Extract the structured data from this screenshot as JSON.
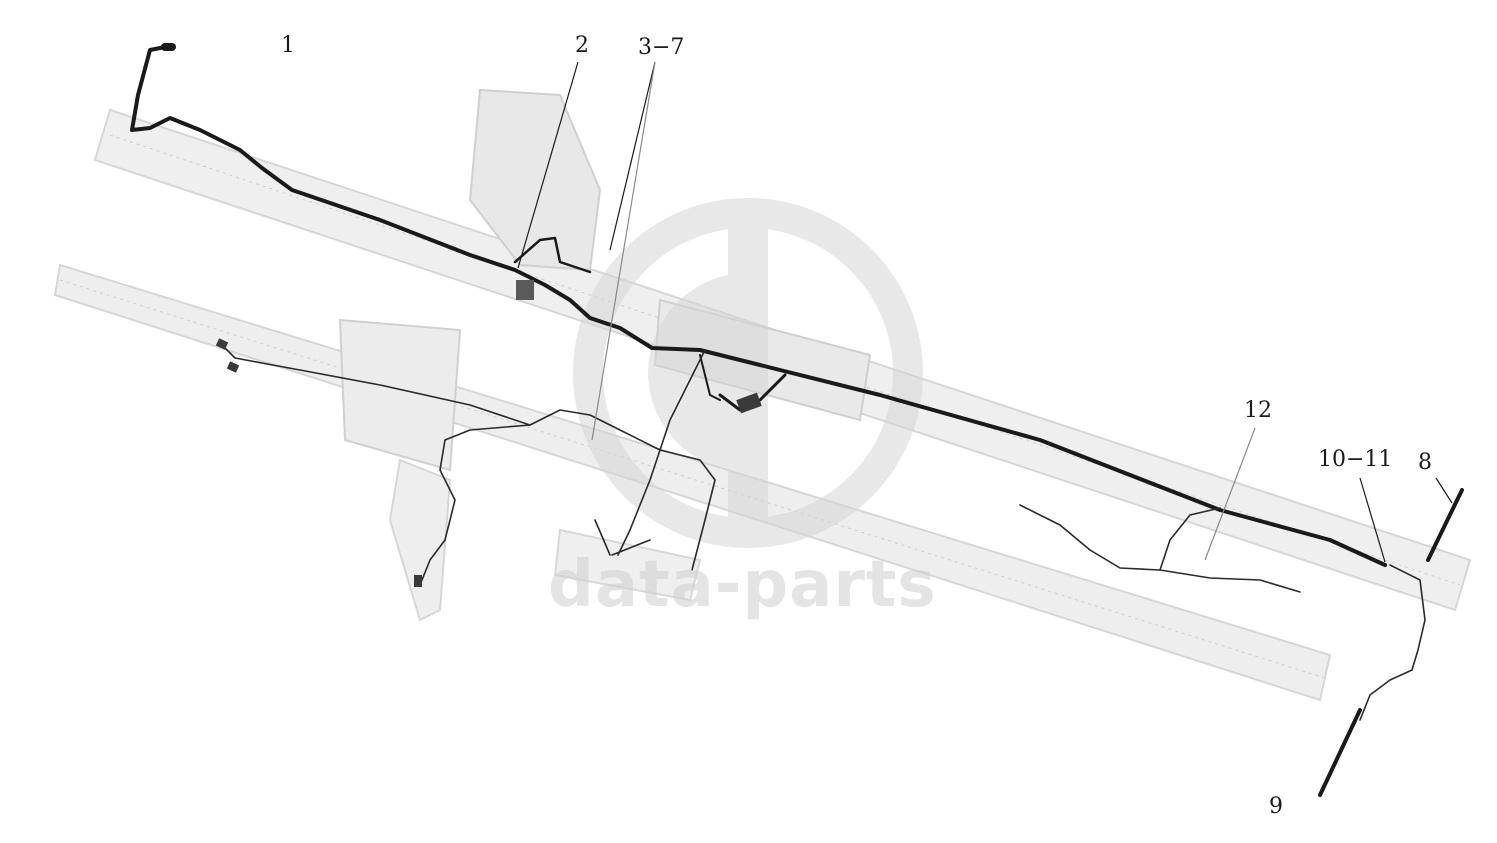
{
  "diagram": {
    "callouts": [
      {
        "id": "1",
        "label": "1"
      },
      {
        "id": "2",
        "label": "2"
      },
      {
        "id": "3-7",
        "label": "3−7"
      },
      {
        "id": "12",
        "label": "12"
      },
      {
        "id": "10-11",
        "label": "10−11"
      },
      {
        "id": "8",
        "label": "8"
      },
      {
        "id": "9",
        "label": "9"
      }
    ]
  },
  "watermark": {
    "text": "data-parts",
    "logo_color": "#d6d6d6"
  },
  "colors": {
    "harness": "#1a1a1a",
    "frame": "#c8c8c8",
    "background": "#ffffff"
  }
}
